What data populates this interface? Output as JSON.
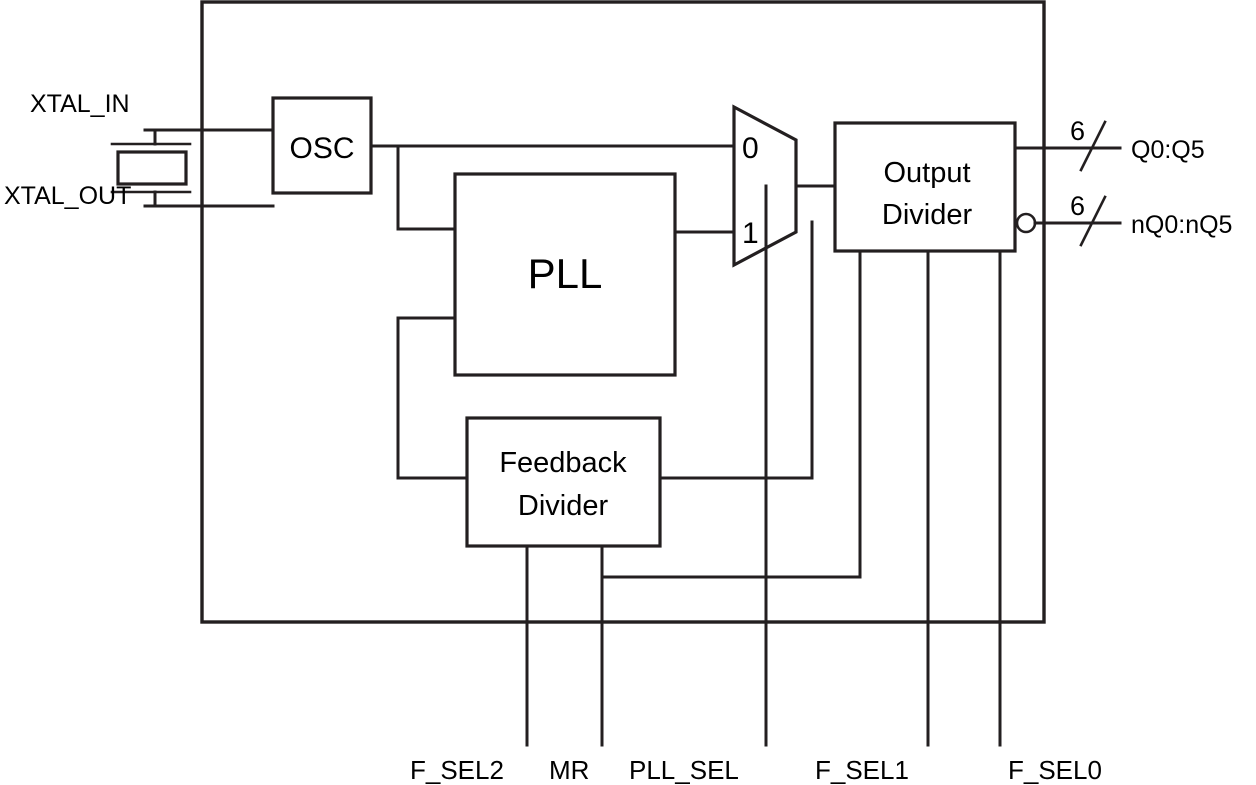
{
  "diagram": {
    "title": "PLL Clock Generator Block Diagram",
    "line_color": "#231f20",
    "background": "#ffffff",
    "blocks": {
      "osc": {
        "label": "OSC"
      },
      "pll": {
        "label": "PLL"
      },
      "feedback_divider": {
        "label_line1": "Feedback",
        "label_line2": "Divider"
      },
      "output_divider": {
        "label_line1": "Output",
        "label_line2": "Divider"
      },
      "mux": {
        "input_0_label": "0",
        "input_1_label": "1"
      }
    },
    "inputs": [
      {
        "name": "xtal-in",
        "label": "XTAL_IN"
      },
      {
        "name": "xtal-out",
        "label": "XTAL_OUT"
      }
    ],
    "outputs": [
      {
        "name": "q-bus",
        "label": "Q0:Q5",
        "width": "6",
        "inverted": false
      },
      {
        "name": "nq-bus",
        "label": "nQ0:nQ5",
        "width": "6",
        "inverted": true
      }
    ],
    "control_pins": [
      {
        "name": "f-sel2",
        "label": "F_SEL2"
      },
      {
        "name": "mr",
        "label": "MR"
      },
      {
        "name": "pll-sel",
        "label": "PLL_SEL"
      },
      {
        "name": "f-sel1",
        "label": "F_SEL1"
      },
      {
        "name": "f-sel0",
        "label": "F_SEL0"
      }
    ],
    "components": {
      "crystal": {
        "name": "crystal-symbol"
      }
    }
  }
}
